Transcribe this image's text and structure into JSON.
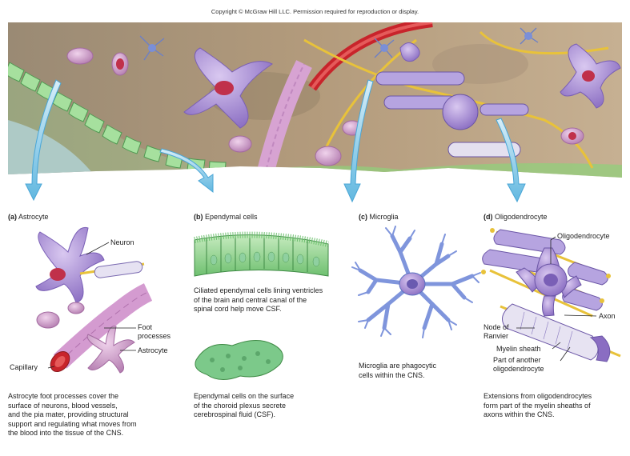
{
  "copyright": "Copyright © McGraw Hill LLC. Permission required for reproduction or display.",
  "panels": {
    "a": {
      "letter": "(a)",
      "title": "Astrocyte",
      "labels": {
        "neuron": "Neuron",
        "foot_processes_1": "Foot",
        "foot_processes_2": "processes",
        "astrocyte": "Astrocyte",
        "capillary": "Capillary"
      },
      "caption": [
        "Astrocyte foot processes cover the",
        "surface of neurons, blood vessels,",
        "and the pia mater, providing structural",
        "support and regulating what moves from",
        "the blood into the tissue of the CNS."
      ]
    },
    "b": {
      "letter": "(b)",
      "title": "Ependymal cells",
      "caption1": [
        "Ciliated ependymal cells lining ventricles",
        "of the brain and central canal of the",
        "spinal cord help move CSF."
      ],
      "caption2": [
        "Ependymal cells on the surface",
        "of the choroid plexus secrete",
        "cerebrospinal fluid (CSF)."
      ]
    },
    "c": {
      "letter": "(c)",
      "title": "Microglia",
      "caption": [
        "Microglia are phagocytic",
        "cells within the CNS."
      ]
    },
    "d": {
      "letter": "(d)",
      "title": "Oligodendrocyte",
      "labels": {
        "oligodendrocyte": "Oligodendrocyte",
        "axon": "Axon",
        "node_1": "Node of",
        "node_2": "Ranvier",
        "myelin": "Myelin sheath",
        "part_1": "Part of another",
        "part_2": "oligodendrocyte"
      },
      "caption": [
        "Extensions from oligodendrocytes",
        "form part of the myelin sheaths of",
        "axons within the CNS."
      ]
    }
  }
}
